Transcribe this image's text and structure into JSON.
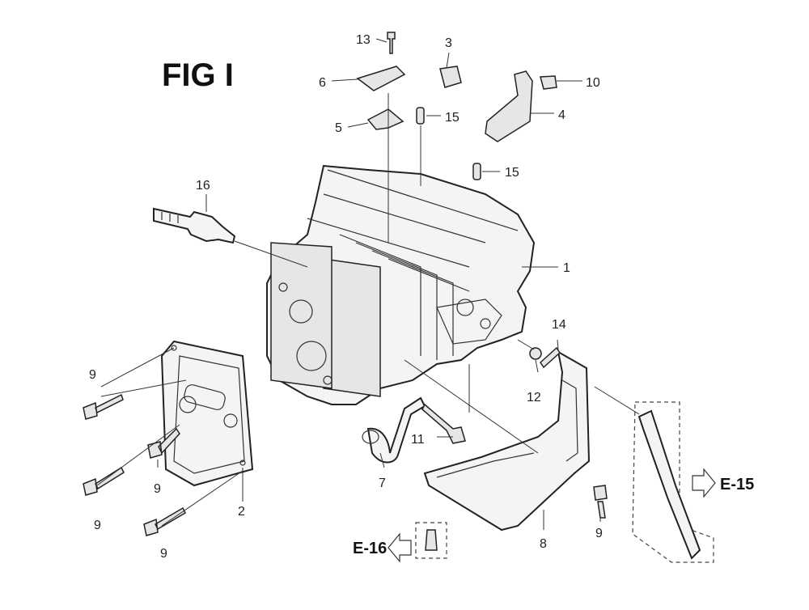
{
  "figure_title": "FIG I",
  "callouts": {
    "c1": "1",
    "c2": "2",
    "c3": "3",
    "c4": "4",
    "c5": "5",
    "c6": "6",
    "c7": "7",
    "c8": "8",
    "c9a": "9",
    "c9b": "9",
    "c9c": "9",
    "c9d": "9",
    "c9e": "9",
    "c10": "10",
    "c11": "11",
    "c12": "12",
    "c13": "13",
    "c14": "14",
    "c15a": "15",
    "c15b": "15",
    "c16": "16"
  },
  "references": {
    "e15": "E-15",
    "e16": "E-16"
  }
}
